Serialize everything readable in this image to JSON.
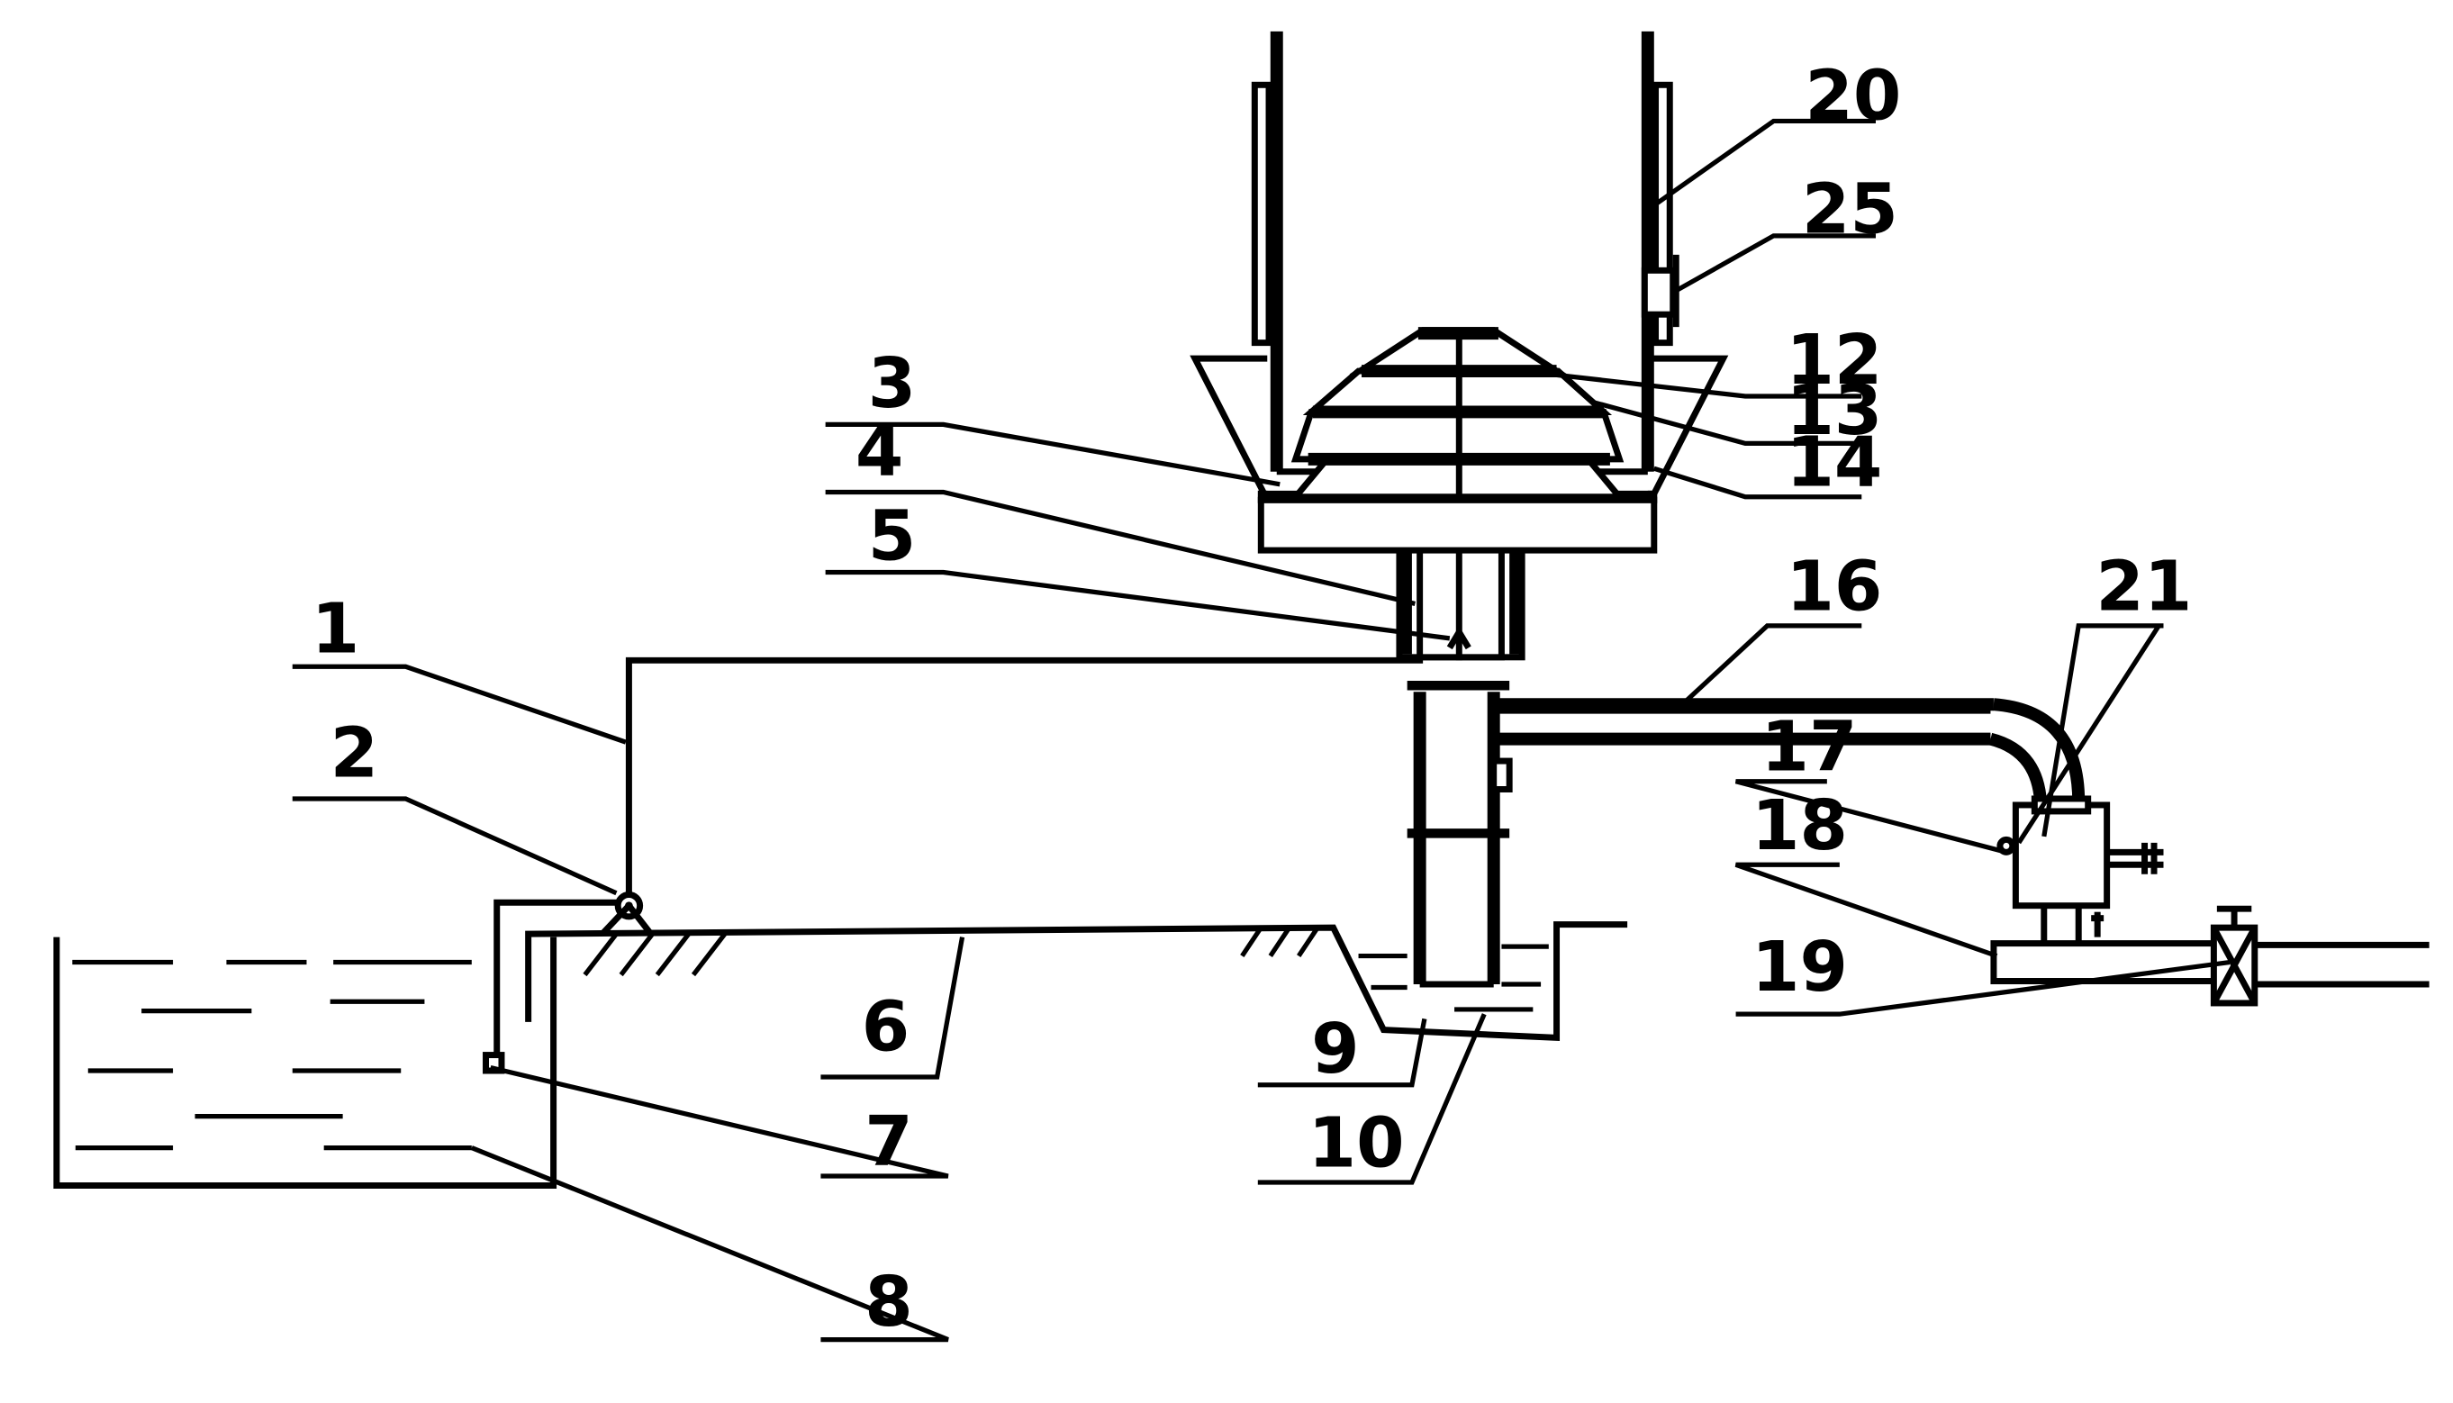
{
  "labels": {
    "l1": "1",
    "l2": "2",
    "l3": "3",
    "l4": "4",
    "l5": "5",
    "l6": "6",
    "l7": "7",
    "l8": "8",
    "l9": "9",
    "l10": "10",
    "l12": "12",
    "l13": "13",
    "l14": "14",
    "l16": "16",
    "l17": "17",
    "l18": "18",
    "l19": "19",
    "l20": "20",
    "l21": "21",
    "l25": "25"
  }
}
